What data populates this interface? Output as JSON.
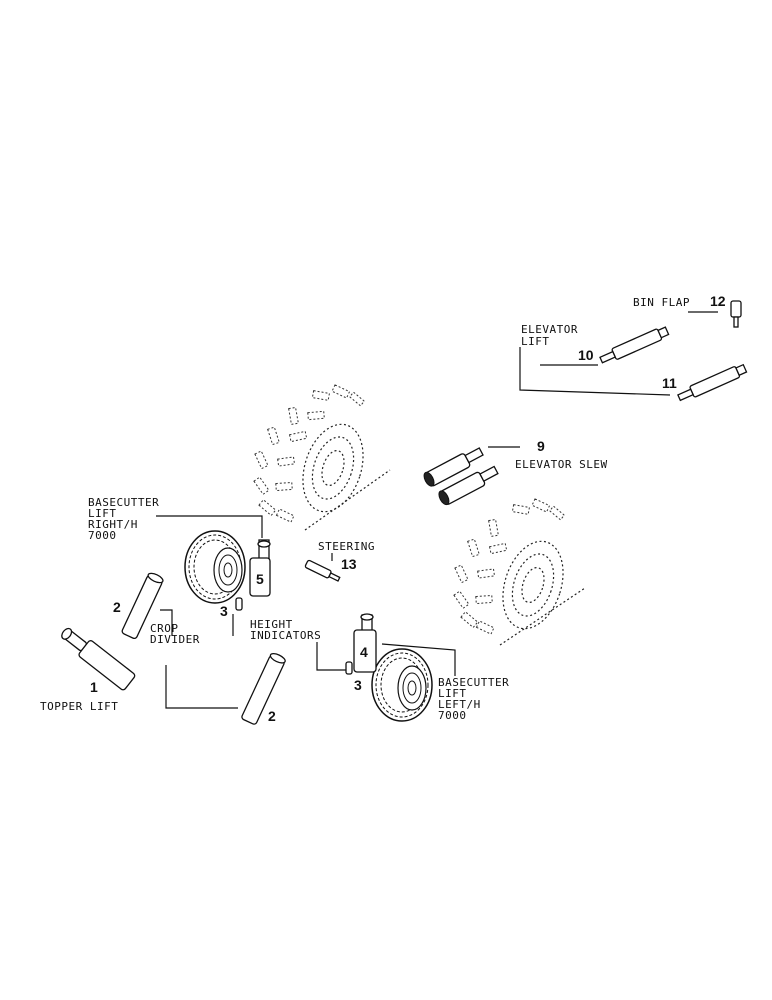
{
  "labels": {
    "bin_flap": "BIN FLAP",
    "elevator_lift_1": "ELEVATOR",
    "elevator_lift_2": "LIFT",
    "elevator_slew": "ELEVATOR SLEW",
    "basecutter_right_1": "BASECUTTER",
    "basecutter_right_2": "LIFT",
    "basecutter_right_3": "RIGHT/H",
    "basecutter_right_4": "7000",
    "steering": "STEERING",
    "crop_divider_1": "CROP",
    "crop_divider_2": "DIVIDER",
    "height_indicators_1": "HEIGHT",
    "height_indicators_2": "INDICATORS",
    "basecutter_left_1": "BASECUTTER",
    "basecutter_left_2": "LIFT",
    "basecutter_left_3": "LEFT/H",
    "basecutter_left_4": "7000",
    "topper_lift": "TOPPER LIFT"
  },
  "callouts": {
    "n1": "1",
    "n2a": "2",
    "n2b": "2",
    "n3a": "3",
    "n3b": "3",
    "n4": "4",
    "n5": "5",
    "n9": "9",
    "n10": "10",
    "n11": "11",
    "n12": "12",
    "n13": "13"
  }
}
